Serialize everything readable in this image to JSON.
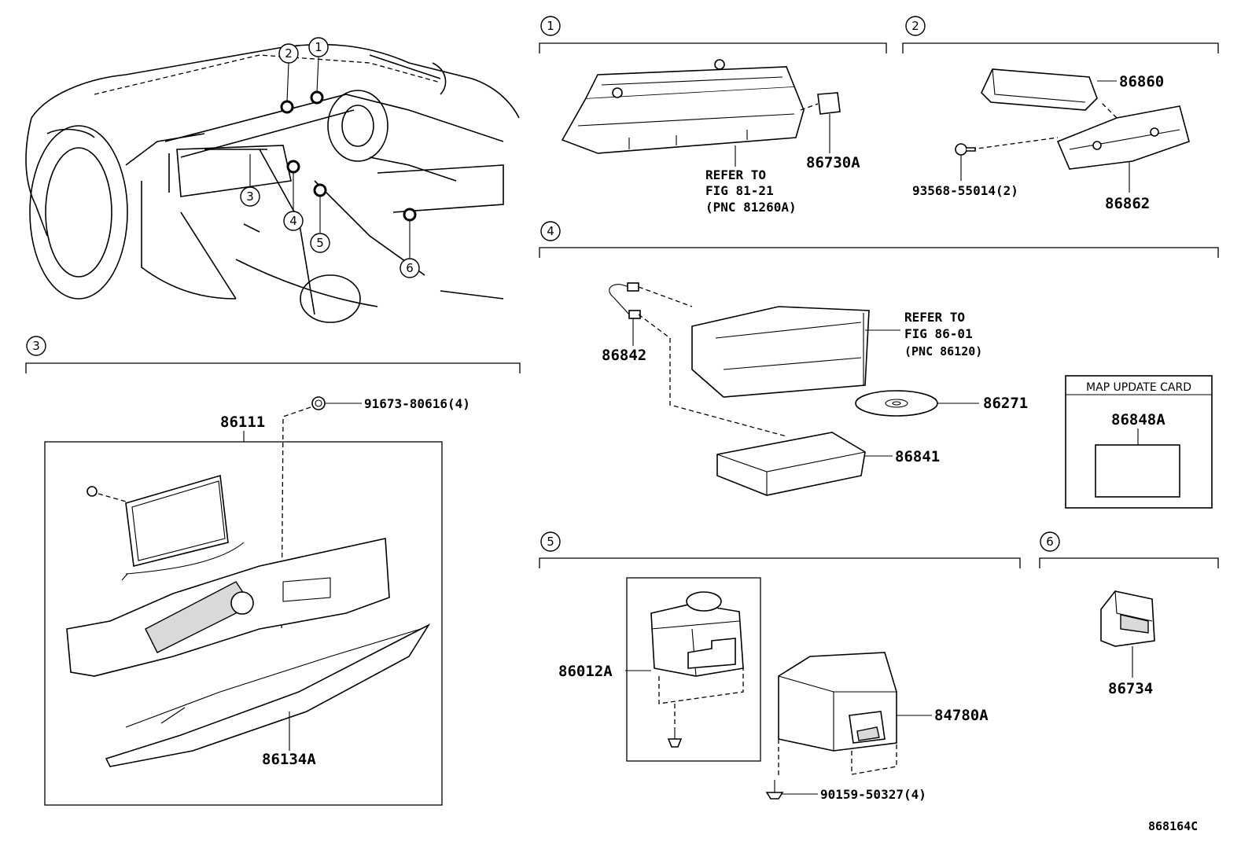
{
  "sections": [
    {
      "id": "1",
      "number": "1"
    },
    {
      "id": "2",
      "number": "2"
    },
    {
      "id": "3",
      "number": "3"
    },
    {
      "id": "4",
      "number": "4"
    },
    {
      "id": "5",
      "number": "5"
    },
    {
      "id": "6",
      "number": "6"
    }
  ],
  "overview_callouts": [
    "1",
    "2",
    "3",
    "4",
    "5",
    "6"
  ],
  "parts": {
    "p86730A": "86730A",
    "p86860": "86860",
    "p86862": "86862",
    "p93568": "93568-55014(2)",
    "p86111": "86111",
    "p91673": "91673-80616(4)",
    "p86134A": "86134A",
    "p86842": "86842",
    "p86271": "86271",
    "p86841": "86841",
    "p86848A": "86848A",
    "p86012A": "86012A",
    "p84780A": "84780A",
    "p90159": "90159-50327(4)",
    "p86734": "86734"
  },
  "refs": {
    "ref1_line1": "REFER TO",
    "ref1_line2": "FIG 81-21",
    "ref1_line3": "(PNC 81260A)",
    "ref4_line1": "REFER TO",
    "ref4_line2": "FIG 86-01",
    "ref4_line3": "(PNC 86120)"
  },
  "map_card": {
    "title": "MAP UPDATE CARD"
  },
  "figure_id": "868164C"
}
